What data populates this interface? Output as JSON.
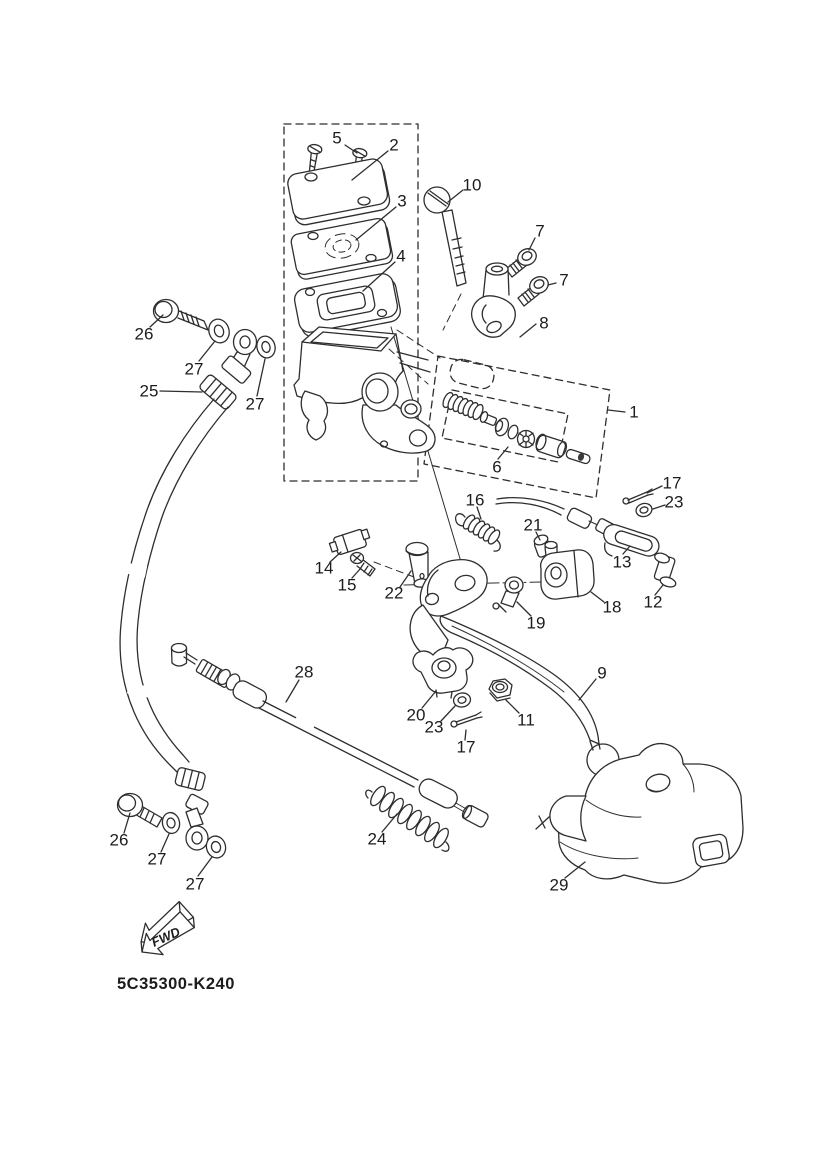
{
  "diagram": {
    "drawing_code": "5C35300-K240",
    "direction_label": "FWD",
    "background_color": "#ffffff",
    "line_color": "#2e2e2e",
    "callouts": [
      "5",
      "2",
      "3",
      "4",
      "10",
      "7",
      "7",
      "8",
      "1",
      "6",
      "26",
      "27",
      "25",
      "27",
      "16",
      "17",
      "23",
      "21",
      "13",
      "12",
      "18",
      "14",
      "15",
      "22",
      "19",
      "9",
      "28",
      "20",
      "23",
      "17",
      "11",
      "24",
      "26",
      "27",
      "27",
      "29"
    ]
  }
}
